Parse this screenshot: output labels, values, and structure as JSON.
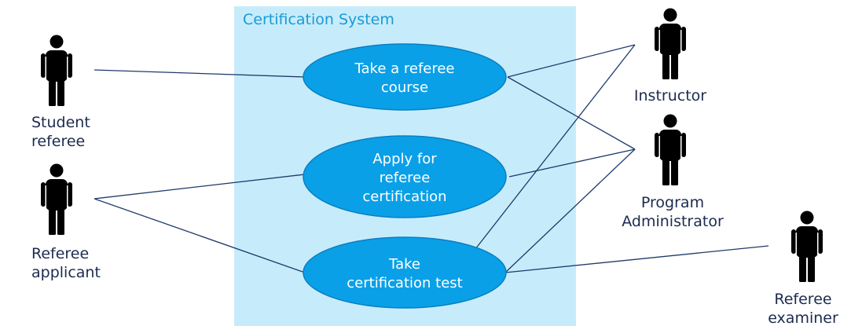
{
  "system": {
    "title": "Certification System",
    "fill": "#c6ecfb",
    "title_color": "#1a9ad6"
  },
  "colors": {
    "usecase_fill": "#0aa0e8",
    "usecase_stroke": "#0b7fc0",
    "line": "#1f3a6b",
    "actor": "#000000",
    "label": "#1c2b4f"
  },
  "actors": [
    {
      "id": "student",
      "label_lines": [
        "Student",
        "referee"
      ]
    },
    {
      "id": "applicant",
      "label_lines": [
        "Referee",
        "applicant"
      ]
    },
    {
      "id": "instructor",
      "label_lines": [
        "Instructor"
      ]
    },
    {
      "id": "admin",
      "label_lines": [
        "Program",
        "Administrator"
      ]
    },
    {
      "id": "examiner",
      "label_lines": [
        "Referee",
        "examiner"
      ]
    }
  ],
  "use_cases": [
    {
      "id": "course",
      "label_lines": [
        "Take a referee",
        "course"
      ]
    },
    {
      "id": "apply",
      "label_lines": [
        "Apply for",
        "referee",
        "certification"
      ]
    },
    {
      "id": "test",
      "label_lines": [
        "Take",
        "certification test"
      ]
    }
  ],
  "associations": [
    {
      "actor": "student",
      "use_case": "course"
    },
    {
      "actor": "applicant",
      "use_case": "apply"
    },
    {
      "actor": "applicant",
      "use_case": "test"
    },
    {
      "actor": "instructor",
      "use_case": "course"
    },
    {
      "actor": "instructor",
      "use_case": "test"
    },
    {
      "actor": "admin",
      "use_case": "course"
    },
    {
      "actor": "admin",
      "use_case": "apply"
    },
    {
      "actor": "admin",
      "use_case": "test"
    },
    {
      "actor": "examiner",
      "use_case": "test"
    }
  ]
}
